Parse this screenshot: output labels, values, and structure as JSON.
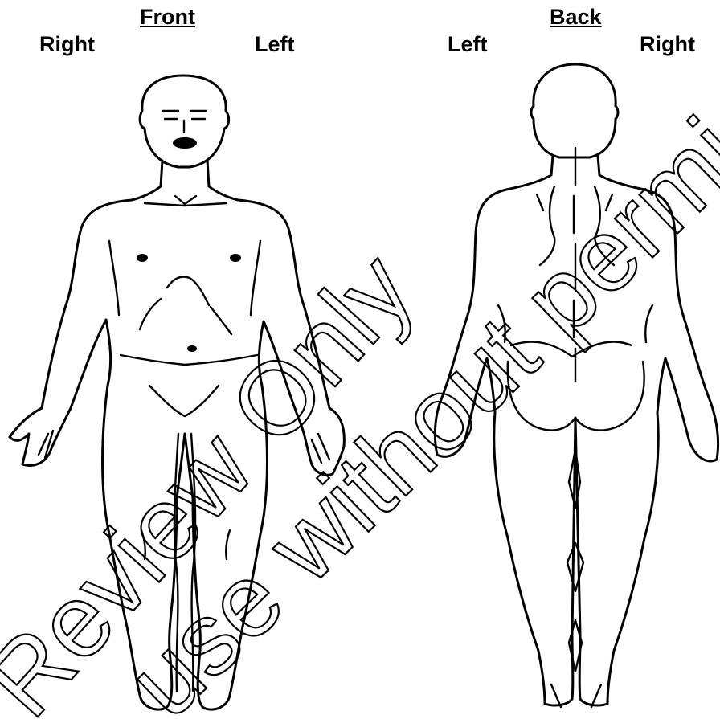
{
  "views": {
    "front": {
      "title": "Front",
      "right_label": "Right",
      "left_label": "Left"
    },
    "back": {
      "title": "Back",
      "left_label": "Left",
      "right_label": "Right"
    }
  },
  "watermark": {
    "line1": "Review Only",
    "line2": "use without permis"
  },
  "colors": {
    "ink": "#000000",
    "background": "#ffffff"
  }
}
